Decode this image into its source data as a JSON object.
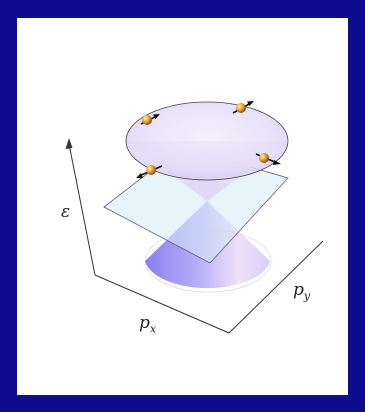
{
  "labels": {
    "energy": "ε",
    "px_base": "p",
    "px_sub": "x",
    "py_base": "p",
    "py_sub": "y"
  },
  "colors": {
    "frame": "#0f0c8f",
    "panel": "#ffffff",
    "cone": "#8c82f0",
    "cone_light": "#f2e4f7",
    "plane": "#cfe6f7",
    "electron": "#e0892a",
    "spin_arrow": "#111111"
  },
  "icons": [
    "electron-icon",
    "spin-arrow-icon"
  ]
}
